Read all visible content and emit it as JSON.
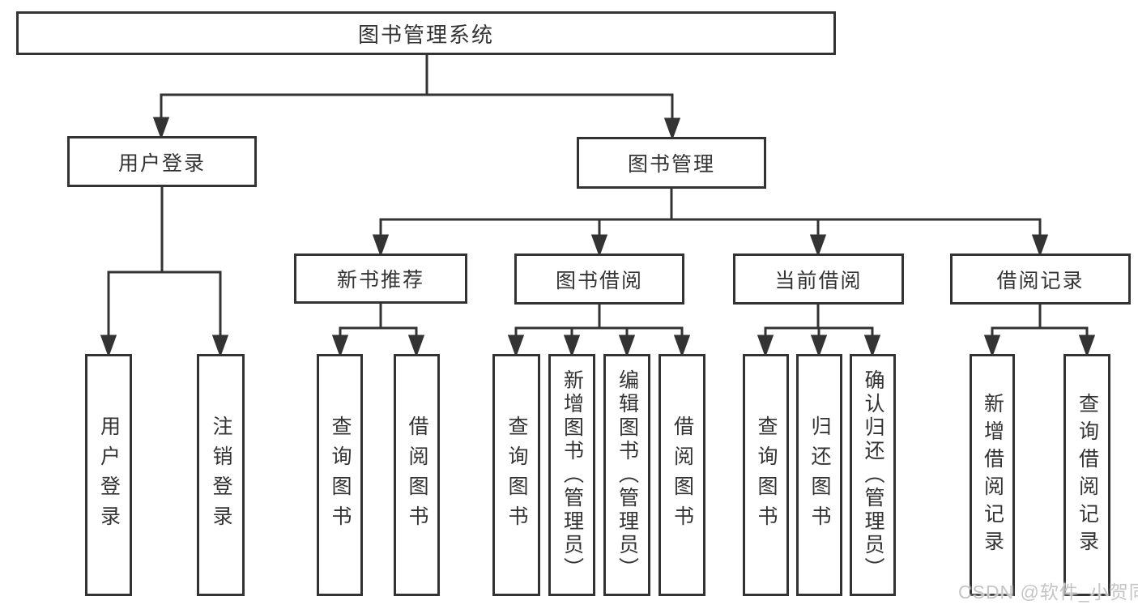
{
  "diagram": {
    "line_color": "#333333",
    "nodes": {
      "root": "图书管理系统",
      "user_login": "用户登录",
      "book_mgmt": "图书管理",
      "new_book_rec": "新书推荐",
      "book_borrow": "图书借阅",
      "current_borrow": "当前借阅",
      "borrow_records": "借阅记录",
      "leaf_user_login": "用户登录",
      "leaf_logout": "注销登录",
      "leaf_nbr_query": "查询图书",
      "leaf_nbr_borrow": "借阅图书",
      "leaf_bb_query": "查询图书",
      "leaf_bb_add": "新增图书（管理员）",
      "leaf_bb_edit": "编辑图书（管理员）",
      "leaf_bb_borrow": "借阅图书",
      "leaf_cb_query": "查询图书",
      "leaf_cb_return": "归还图书",
      "leaf_cb_confirm": "确认归还（管理员）",
      "leaf_br_add": "新增借阅记录",
      "leaf_br_query": "查询借阅记录"
    }
  },
  "watermark": {
    "text": "CSDN @软件_小贺同学"
  }
}
